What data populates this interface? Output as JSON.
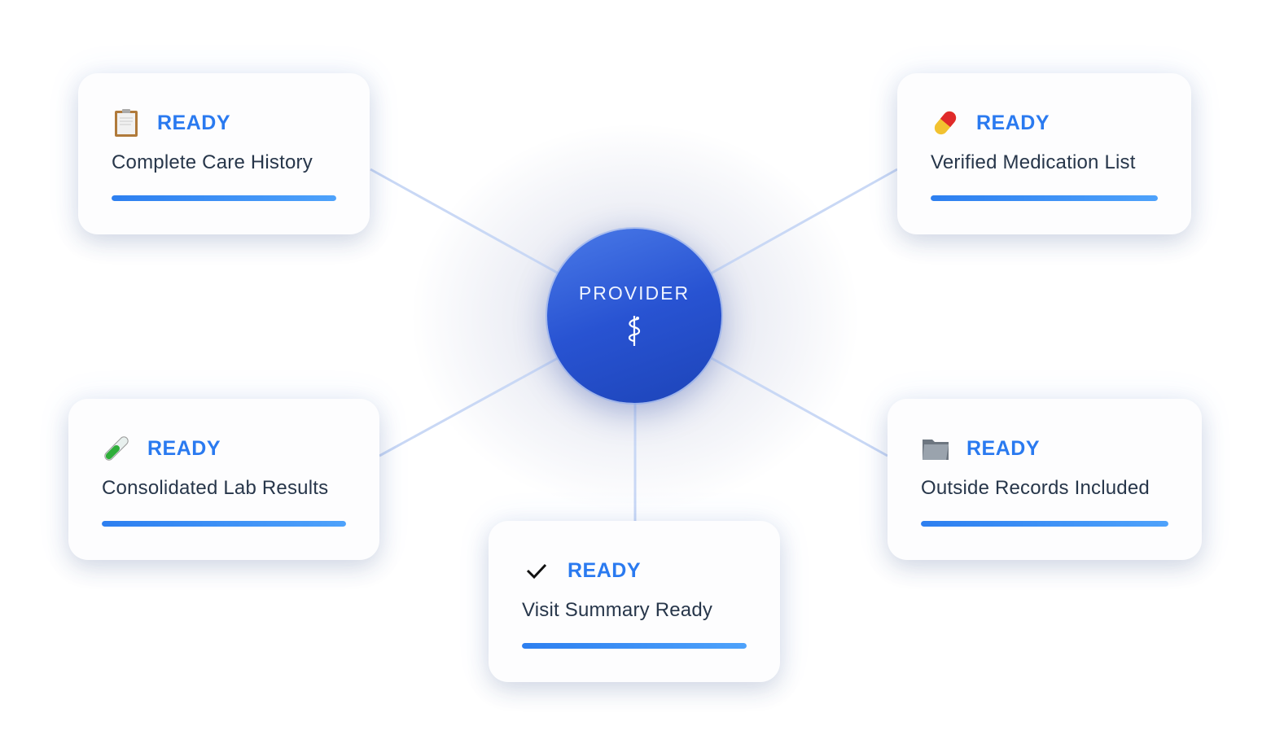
{
  "hub": {
    "label": "PROVIDER",
    "icon": "caduceus-icon"
  },
  "cards": [
    {
      "status": "READY",
      "title": "Complete Care History",
      "icon": "clipboard-icon",
      "progress": 100
    },
    {
      "status": "READY",
      "title": "Verified Medication List",
      "icon": "pill-icon",
      "progress": 100
    },
    {
      "status": "READY",
      "title": "Consolidated Lab Results",
      "icon": "test-tube-icon",
      "progress": 100
    },
    {
      "status": "READY",
      "title": "Outside Records Included",
      "icon": "folder-icon",
      "progress": 100
    },
    {
      "status": "READY",
      "title": "Visit Summary Ready",
      "icon": "checkmark-icon",
      "progress": 100
    }
  ],
  "colors": {
    "accent": "#2a7af0",
    "hub": "#2853d2",
    "text": "#27364a"
  }
}
